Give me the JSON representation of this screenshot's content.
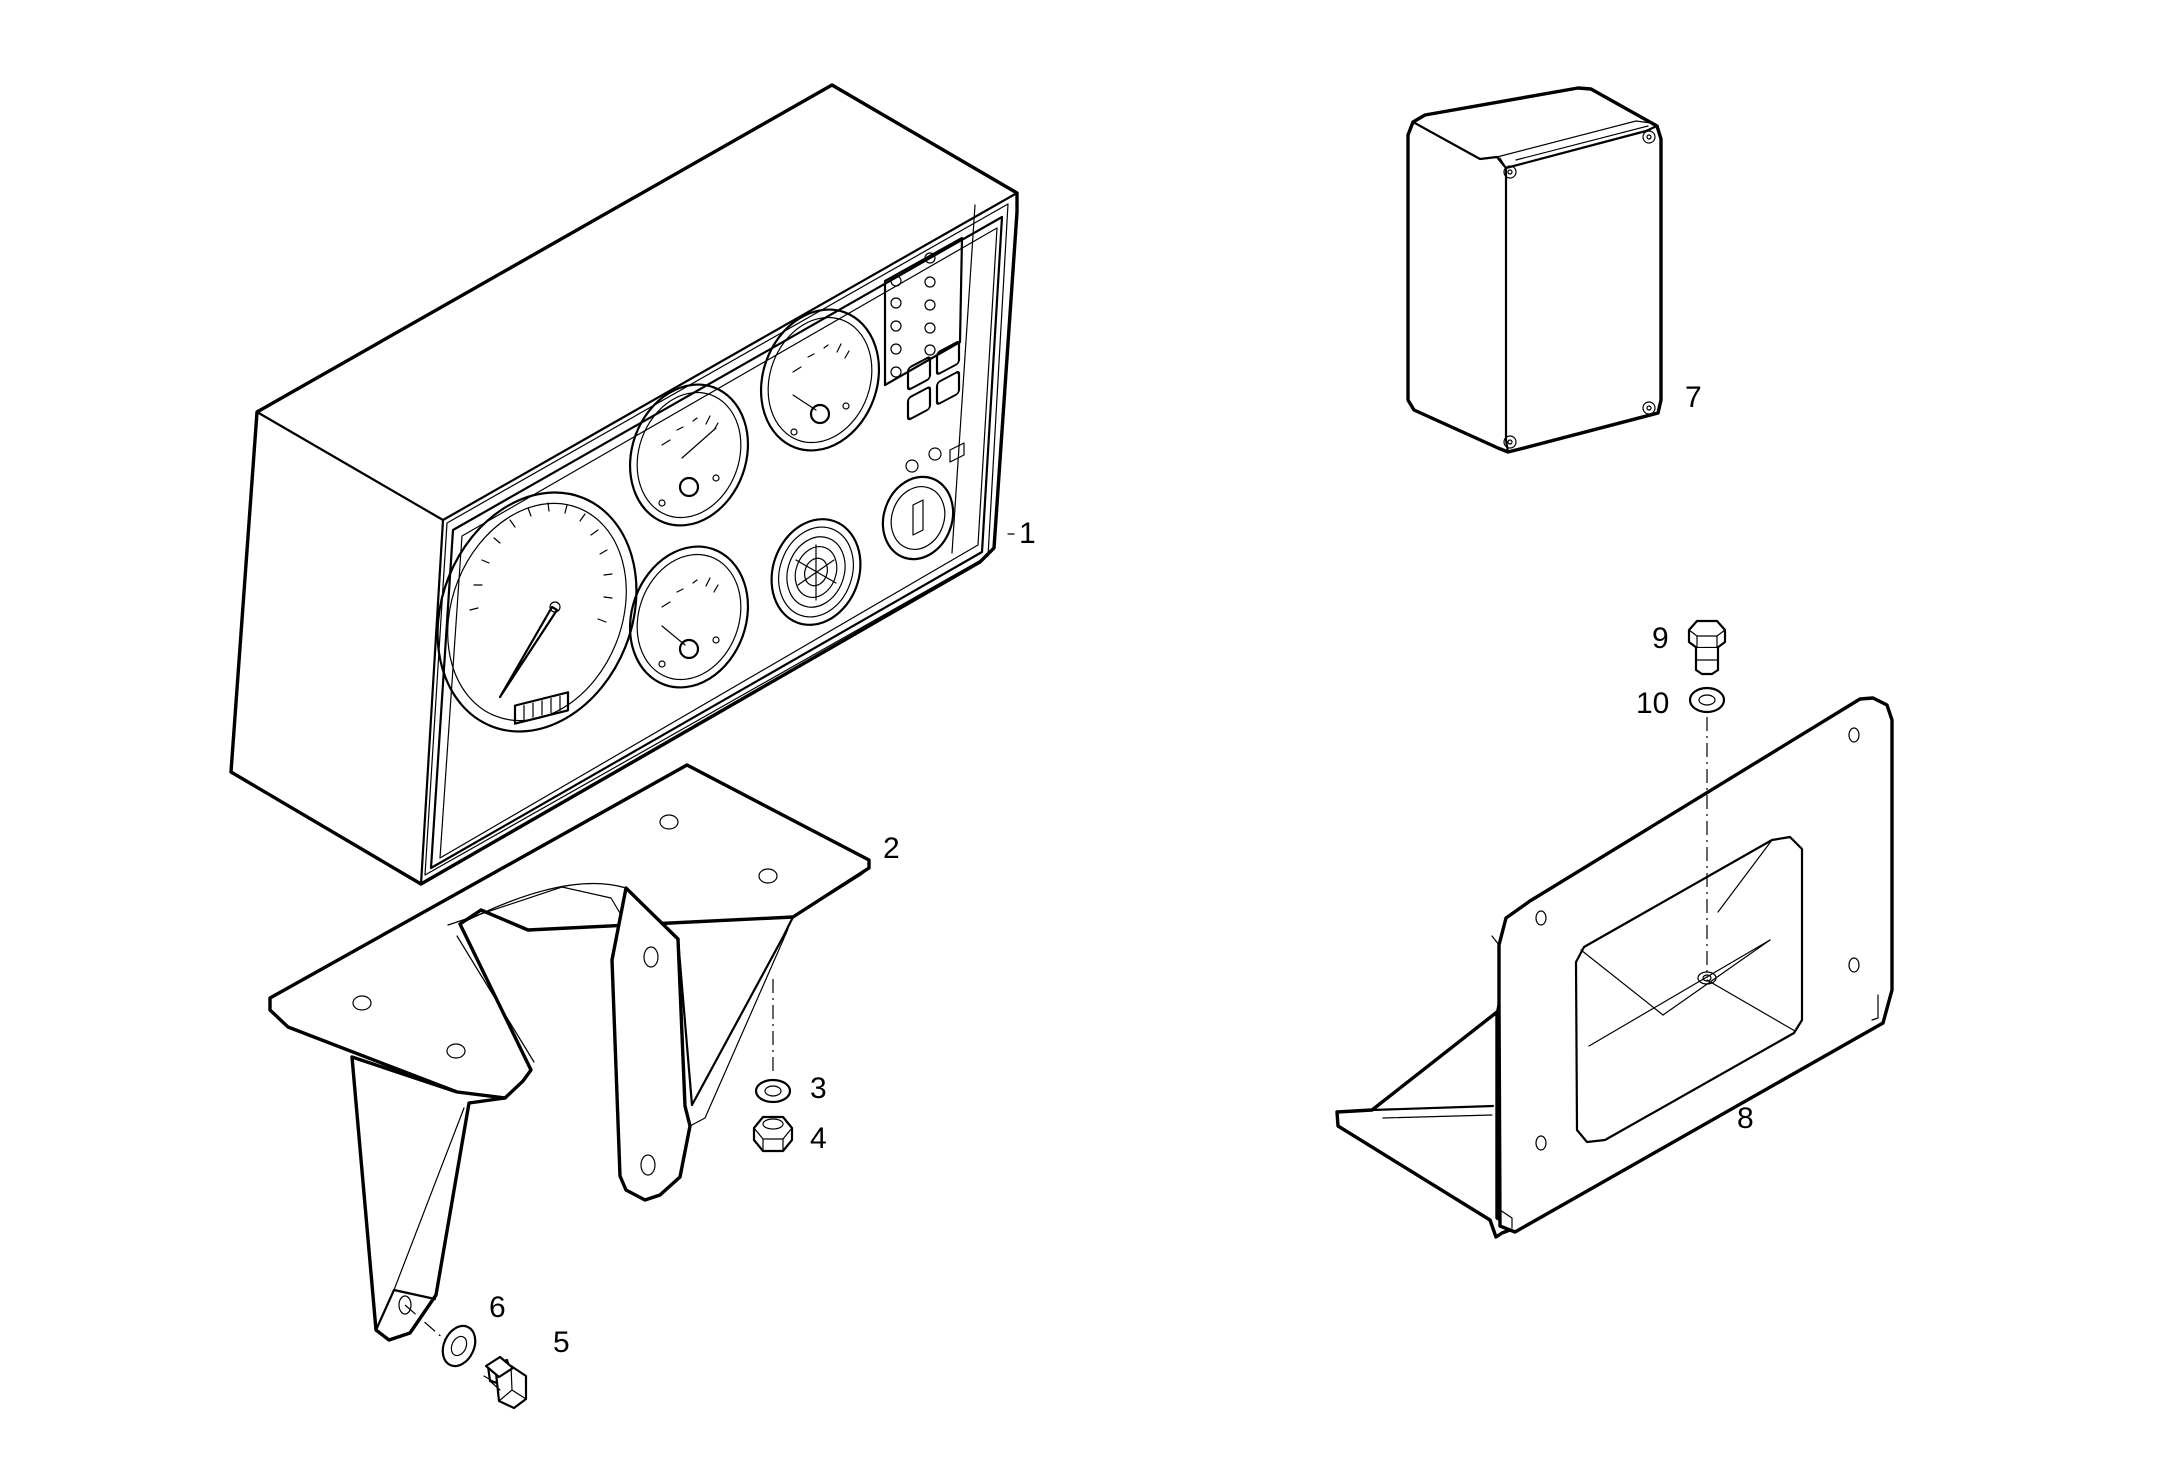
{
  "diagram": {
    "type": "exploded parts diagram",
    "callouts": [
      {
        "id": "1",
        "label": "1",
        "part": "instrument-panel"
      },
      {
        "id": "2",
        "label": "2",
        "part": "panel-mounting-bracket"
      },
      {
        "id": "3",
        "label": "3",
        "part": "washer"
      },
      {
        "id": "4",
        "label": "4",
        "part": "hex-nut"
      },
      {
        "id": "5",
        "label": "5",
        "part": "hex-bolt"
      },
      {
        "id": "6",
        "label": "6",
        "part": "washer"
      },
      {
        "id": "7",
        "label": "7",
        "part": "electrical-box"
      },
      {
        "id": "8",
        "label": "8",
        "part": "box-mounting-bracket"
      },
      {
        "id": "9",
        "label": "9",
        "part": "hex-bolt"
      },
      {
        "id": "10",
        "label": "10",
        "part": "washer"
      }
    ],
    "line_color": "#000000",
    "background_color": "#ffffff"
  }
}
